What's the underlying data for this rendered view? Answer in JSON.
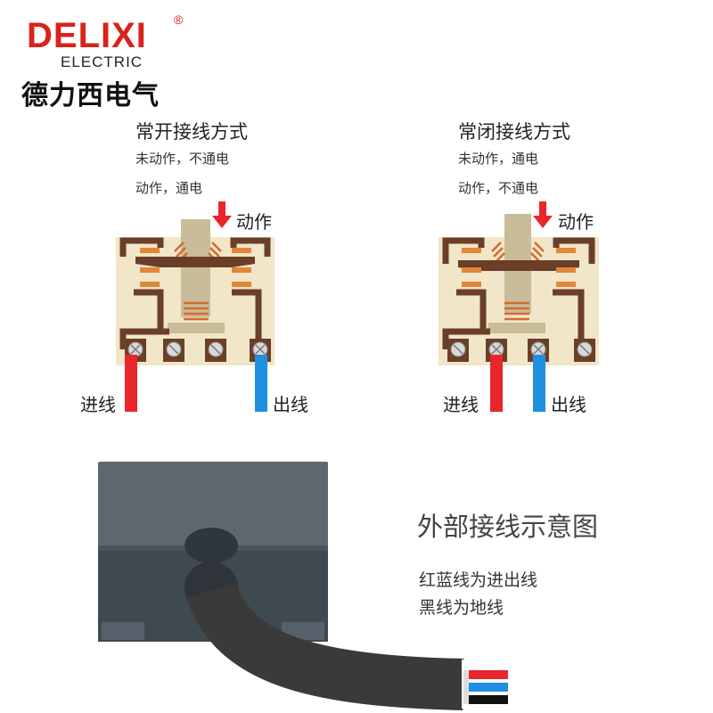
{
  "brand": {
    "logo_text": "DELIXI",
    "registered": "®",
    "subtitle": "ELECTRIC",
    "chinese_name": "德力西电气"
  },
  "normally_open": {
    "title": "常开接线方式",
    "lines": [
      "未动作，不通电",
      "动作，通电"
    ],
    "action_label": "动作",
    "in_label": "进线",
    "out_label": "出线"
  },
  "normally_closed": {
    "title": "常闭接线方式",
    "lines": [
      "未动作，通电",
      "动作，不通电"
    ],
    "action_label": "动作",
    "in_label": "进线",
    "out_label": "出线"
  },
  "external": {
    "title": "外部接线示意图",
    "lines": [
      "红蓝线为进出线",
      "黑线为地线"
    ]
  },
  "colors": {
    "brand_red": "#d9231c",
    "wire_red": "#e8262b",
    "wire_blue": "#1f8fe0",
    "plate": "#f1e6c8",
    "bracket": "#6b3e28",
    "contact": "#e0873a",
    "plunger": "#c8bd98",
    "box_top": "#5e6870",
    "box_front": "#3f4950",
    "cable": "#3a3a3a"
  }
}
